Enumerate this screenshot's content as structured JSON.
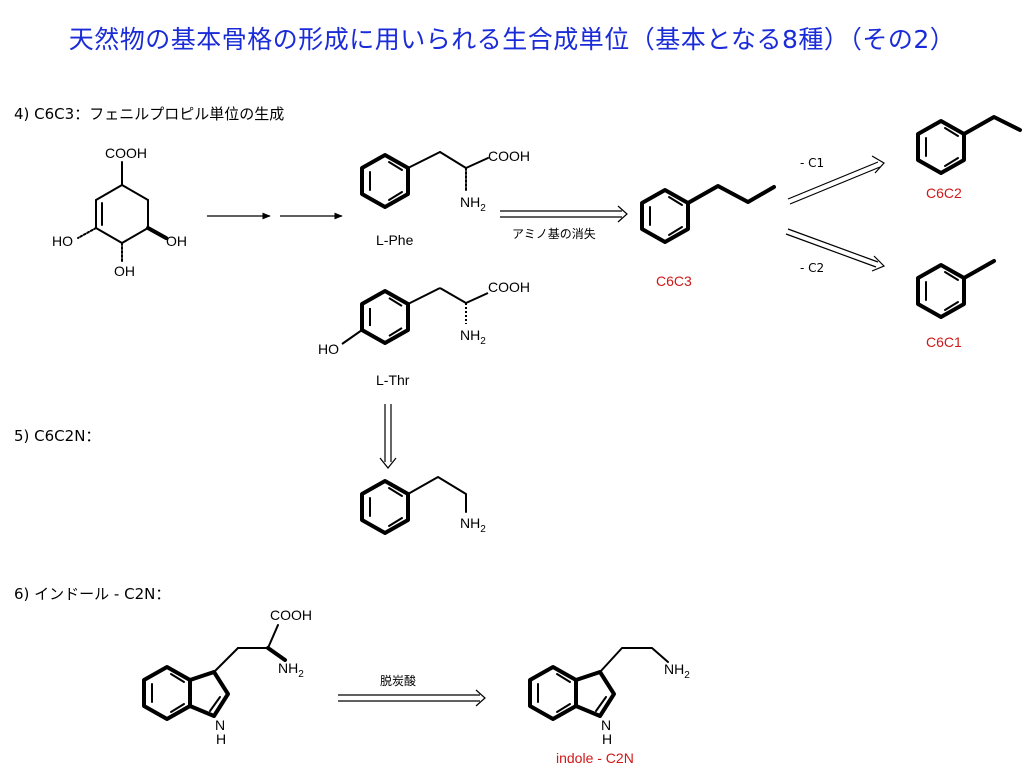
{
  "title": "天然物の基本骨格の形成に用いられる生合成単位（基本となる8種）（その2）",
  "sections": {
    "s4": "4) C6C3：フェニルプロピル単位の生成",
    "s5": "5) C6C2N：",
    "s6": "6) インドール - C2N："
  },
  "labels": {
    "cooh": "COOH",
    "nh": "NH",
    "sub2": "2",
    "oh": "OH",
    "ho": "HO",
    "h": "H",
    "n": "N",
    "l_phe": "L-Phe",
    "l_thr": "L-Thr",
    "amino_loss": "アミノ基の消失",
    "minus_c1": "- C1",
    "minus_c2": "- C2",
    "decarb": "脱炭酸",
    "c6c3": "C6C3",
    "c6c2": "C6C2",
    "c6c1": "C6C1",
    "indole_c2n": "indole - C2N"
  },
  "colors": {
    "title": "#1a2bd8",
    "product_label": "#d01818",
    "bond": "#000000"
  }
}
